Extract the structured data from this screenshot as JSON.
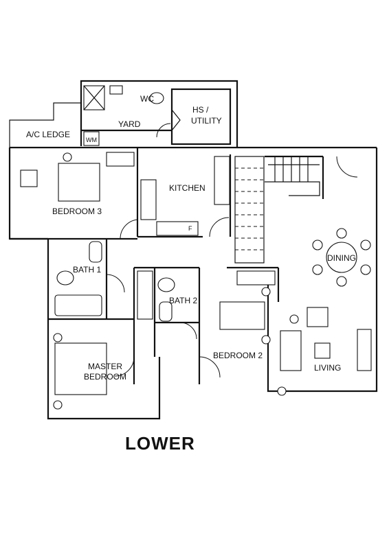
{
  "plan": {
    "title": "LOWER",
    "rooms": {
      "ac_ledge": "A/C LEDGE",
      "yard": "YARD",
      "wc": "WC",
      "hs_utility_1": "HS /",
      "hs_utility_2": "UTILITY",
      "wm": "WM",
      "bedroom3": "BEDROOM 3",
      "kitchen": "KITCHEN",
      "kitchen_f": "F",
      "bath1": "BATH 1",
      "bath2": "BATH 2",
      "master_bedroom_1": "MASTER",
      "master_bedroom_2": "BEDROOM",
      "bedroom2": "BEDROOM 2",
      "dining": "DINING",
      "living": "LIVING"
    }
  }
}
